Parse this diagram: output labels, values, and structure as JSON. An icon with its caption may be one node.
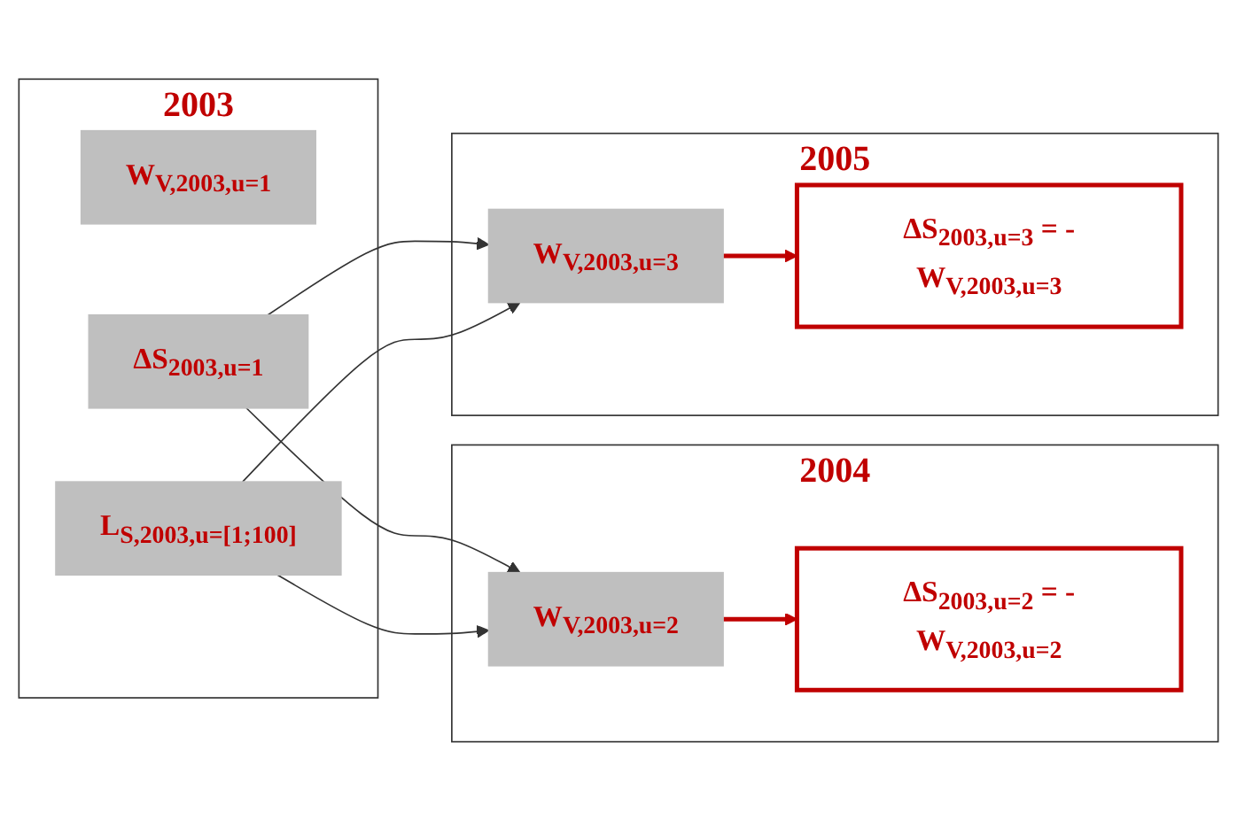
{
  "diagram": {
    "nodes": [
      {
        "text": [
          "2003"
        ]
      },
      {
        "text": [
          "W$_{V,2003,u=1}$"
        ],
        "in": 0
      },
      {
        "text": [
          "ΔS$_{2003,u=1}$"
        ],
        "in": 0
      },
      {
        "text": [
          "L$_{S,2003,u=[1;100]}$"
        ],
        "in": 0
      },
      {
        "text": [
          "2004"
        ]
      },
      {
        "text": [
          "W$_{V,2003,u=2}$"
        ],
        "in": 4
      },
      {
        "text": [
          "ΔS$_{2003,u=2}$ = -W$_{V,2003,u=2}$"
        ],
        "in": 4
      },
      {
        "text": [
          "2005"
        ]
      },
      {
        "text": [
          "W$_{V,2003,u=3}$"
        ],
        "in": 7
      },
      {
        "text": [
          "ΔS$_{2003,u=3}$ = -W$_{V,2003,u=3}$"
        ],
        "in": 7
      }
    ],
    "edges": [
      {
        "from": 2,
        "to": 5,
        "arrow": "to"
      },
      {
        "from": 2,
        "to": 8,
        "arrow": "to"
      },
      {
        "from": 3,
        "to": 5,
        "arrow": "to"
      },
      {
        "from": 3,
        "to": 8,
        "arrow": "to"
      },
      {
        "from": 5,
        "to": 6,
        "arrow": "to",
        "style": "thick",
        "color": "#c00000"
      },
      {
        "from": 8,
        "to": 9,
        "arrow": "to",
        "style": "thick",
        "color": "#c00000"
      }
    ]
  }
}
